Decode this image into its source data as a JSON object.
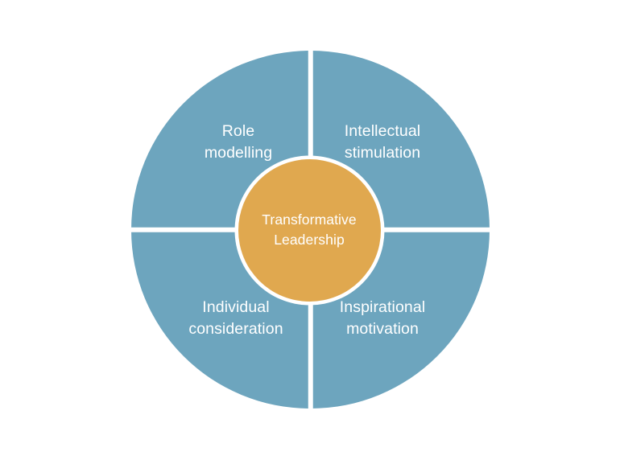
{
  "diagram": {
    "type": "concentric-quadrant-wheel",
    "title": "Transformative Leadership",
    "background_color": "#ffffff",
    "colors": {
      "outer_ring": "#6da5be",
      "center_hub": "#e0a84f",
      "divider": "#ffffff",
      "label_text": "#ffffff"
    },
    "center": {
      "label": "Transformative\nLeadership",
      "line_1": "Transformative",
      "line_2": "Leadership"
    },
    "quadrants": [
      {
        "position": "top-left",
        "label": "Role\nmodelling",
        "line_1": "Role",
        "line_2": "modelling"
      },
      {
        "position": "top-right",
        "label": "Intellectual\nstimulation",
        "line_1": "Intellectual",
        "line_2": "stimulation"
      },
      {
        "position": "bottom-left",
        "label": "Individual\nconsideration",
        "line_1": "Individual",
        "line_2": "consideration"
      },
      {
        "position": "bottom-right",
        "label": "Inspirational\nmotivation",
        "line_1": "Inspirational",
        "line_2": "motivation"
      }
    ]
  }
}
